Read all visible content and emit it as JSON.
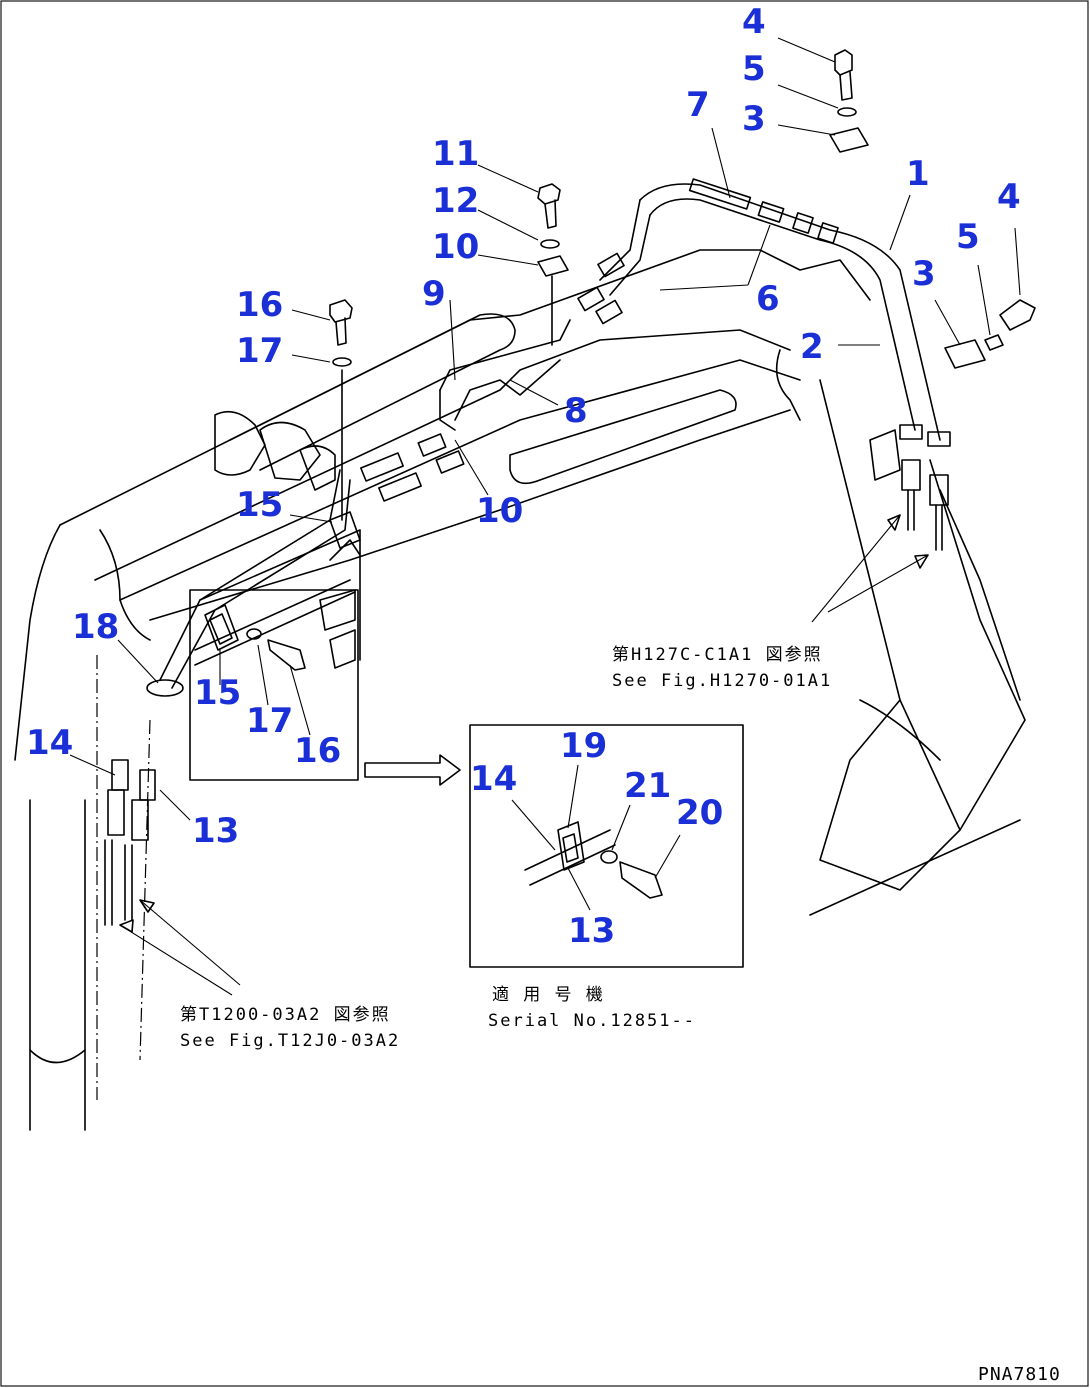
{
  "callouts": [
    "1",
    "2",
    "3",
    "3",
    "4",
    "4",
    "5",
    "5",
    "6",
    "7",
    "8",
    "9",
    "10",
    "10",
    "11",
    "12",
    "13",
    "13",
    "14",
    "14",
    "15",
    "15",
    "16",
    "16",
    "17",
    "17",
    "18",
    "19",
    "20",
    "21"
  ],
  "notes": {
    "ref_right_jp": "第H127C-C1A1 図参照",
    "ref_right_en": "See Fig.H1270-01A1",
    "ref_left_jp": "第T1200-03A2 図参照",
    "ref_left_en": "See Fig.T12J0-03A2",
    "serial_jp": "適 用 号 機",
    "serial_en": "Serial  No.12851--"
  },
  "drawing_code": "PNA7810",
  "colors": {
    "callout": "#1a2fd6",
    "line": "#000000",
    "background": "#ffffff"
  }
}
